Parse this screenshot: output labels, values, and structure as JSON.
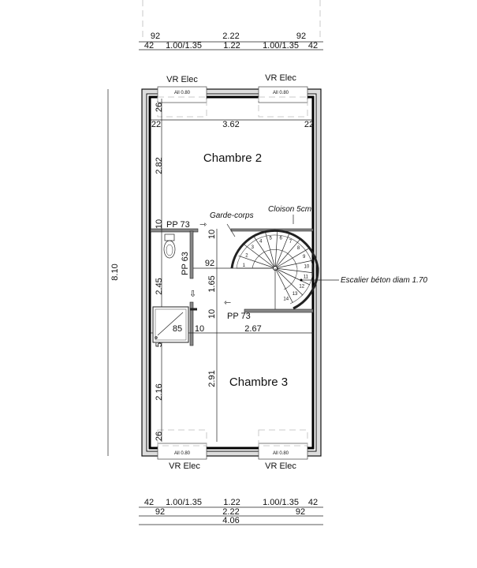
{
  "top_dims": {
    "row1": [
      "92",
      "2.22",
      "92"
    ],
    "row2": [
      "42",
      "1.00/1.35",
      "1.22",
      "1.00/1.35",
      "42"
    ]
  },
  "bottom_dims": {
    "row1": [
      "42",
      "1.00/1.35",
      "1.22",
      "1.00/1.35",
      "42"
    ],
    "row2": [
      "92",
      "2.22",
      "92"
    ],
    "total": "4.06"
  },
  "overall_height": "8.10",
  "windows": {
    "label": "VR Elec",
    "sill": "All 0.80"
  },
  "rooms": {
    "chambre2": "Chambre 2",
    "chambre3": "Chambre 3"
  },
  "inner_dims": {
    "left_col": [
      "26",
      "2.82",
      "10",
      "2.45",
      "5",
      "2.16",
      "26"
    ],
    "mid_col": [
      "10",
      "1.65",
      "10",
      "2.91"
    ],
    "width_top": [
      "22",
      "3.62",
      "22"
    ],
    "stair_offset": "92",
    "shower": "85",
    "wall": "10",
    "width_mid": "2.67"
  },
  "doors": {
    "pp73_top": "PP 73",
    "pp63": "PP 63",
    "pp73_bottom": "PP 73"
  },
  "annotations": {
    "garde_corps": "Garde-corps",
    "cloison": "Cloison 5cm",
    "escalier": "Escalier béton diam 1.70"
  },
  "steps": [
    "1",
    "2",
    "3",
    "4",
    "5",
    "6",
    "7",
    "8",
    "9",
    "10",
    "11",
    "12",
    "13",
    "14"
  ]
}
